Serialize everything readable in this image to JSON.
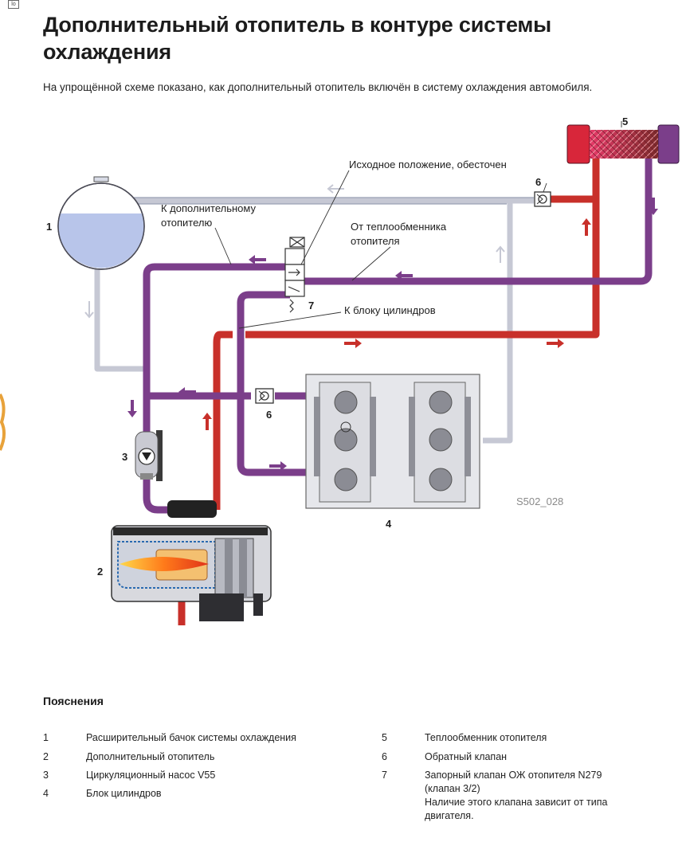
{
  "title": "Дополнительный отопитель в контуре системы охлаждения",
  "subtitle": "На упрощённой схеме показано, как дополнительный отопитель включён в систему охлаждения автомобиля.",
  "corner_icon": "lo",
  "diagram": {
    "callouts": {
      "c1": "Исходное положение, обесточен",
      "c2a": "К дополнительному",
      "c2b": "отопителю",
      "c3a": "От теплообменника",
      "c3b": "отопителя",
      "c4": "К блоку цилиндров"
    },
    "numbers": {
      "n1": "1",
      "n2": "2",
      "n3": "3",
      "n4": "4",
      "n5": "5",
      "n6a": "6",
      "n6b": "6",
      "n7": "7"
    },
    "figure_code": "S502_028",
    "colors": {
      "hot": "#c8302a",
      "warm": "#7b3e8a",
      "cold": "#c4c7d6",
      "tank": "#b8c5ea"
    }
  },
  "legend": {
    "heading": "Пояснения",
    "items": [
      {
        "num": "1",
        "text": "Расширительный бачок системы охлаждения"
      },
      {
        "num": "2",
        "text": "Дополнительный отопитель"
      },
      {
        "num": "3",
        "text": "Циркуляционный насос V55"
      },
      {
        "num": "4",
        "text": "Блок цилиндров"
      },
      {
        "num": "5",
        "text": "Теплообменник отопителя"
      },
      {
        "num": "6",
        "text": "Обратный клапан"
      },
      {
        "num": "7",
        "text": "Запорный клапан ОЖ отопителя N279",
        "line2": "(клапан 3/2)",
        "line3": "Наличие этого клапана зависит от типа",
        "line4": "двигателя."
      }
    ]
  }
}
